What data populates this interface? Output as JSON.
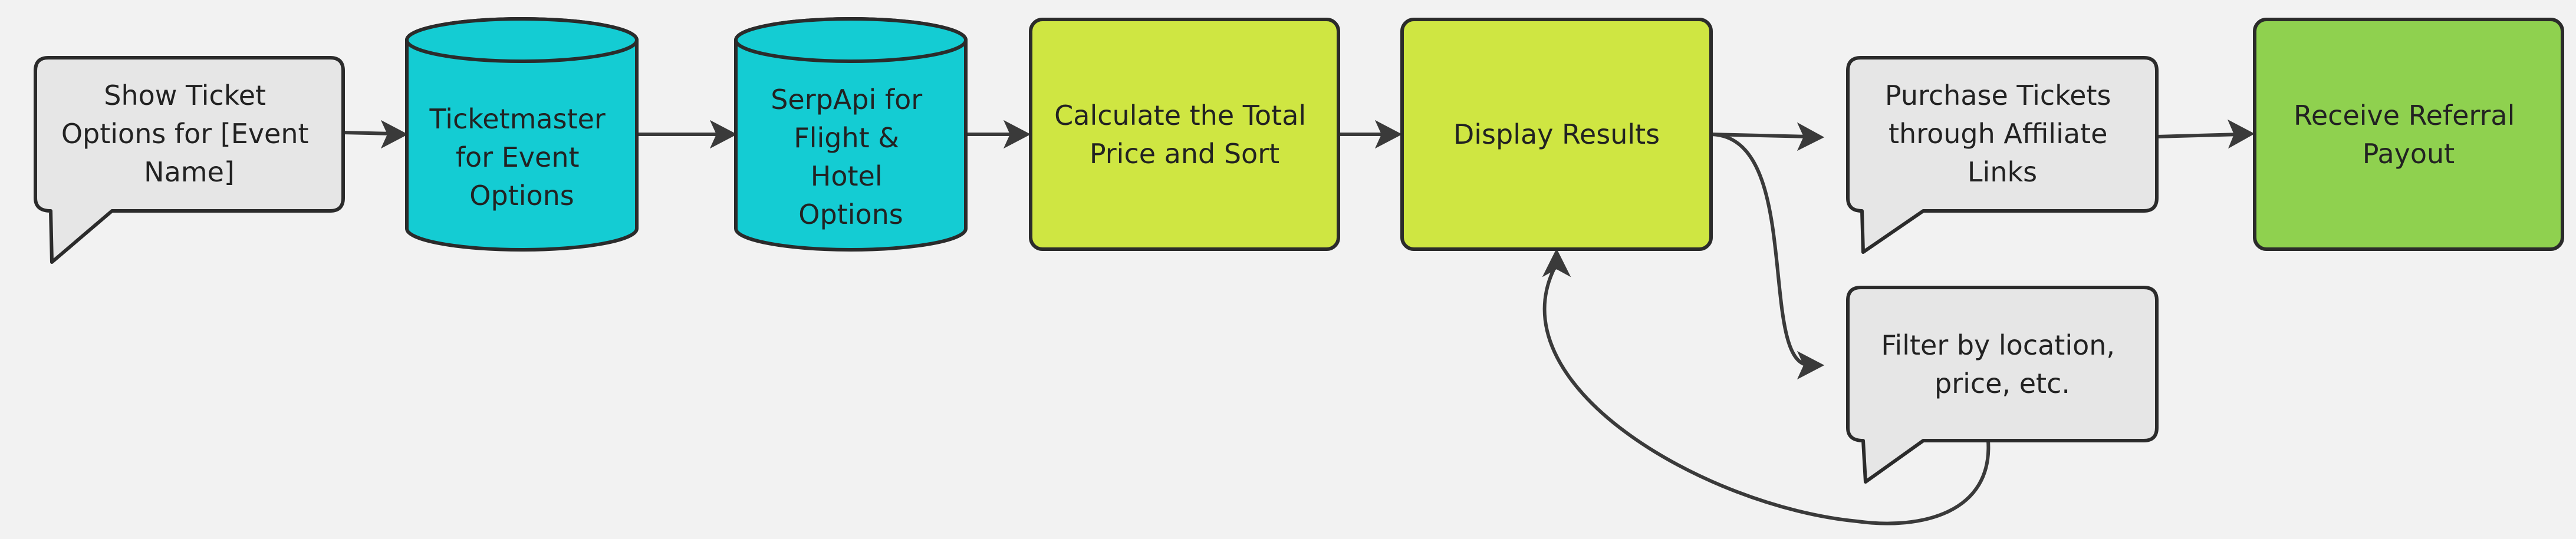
{
  "colors": {
    "background": "#f2f2f2",
    "callout_fill": "#e6e6e6",
    "database_fill": "#14ccd3",
    "process_fill": "#cfe642",
    "final_fill": "#8fd14f",
    "stroke": "#2b2b2b"
  },
  "nodes": {
    "show_ticket_options": {
      "shape": "speech-bubble",
      "lines": [
        "Show Ticket",
        "Options for [Event",
        "Name]"
      ]
    },
    "ticketmaster": {
      "shape": "database",
      "lines": [
        "Ticketmaster",
        "for Event",
        "Options"
      ]
    },
    "serpapi": {
      "shape": "database",
      "lines": [
        "SerpApi for",
        "Flight &",
        "Hotel",
        "Options"
      ]
    },
    "calculate_total": {
      "shape": "rounded-rectangle",
      "lines": [
        "Calculate the Total",
        "Price and Sort"
      ]
    },
    "display_results": {
      "shape": "rounded-rectangle",
      "lines": [
        "Display Results"
      ]
    },
    "purchase_tickets": {
      "shape": "speech-bubble",
      "lines": [
        "Purchase Tickets",
        "through Affiliate",
        "Links"
      ]
    },
    "receive_payout": {
      "shape": "rounded-rectangle",
      "lines": [
        "Receive Referral",
        "Payout"
      ]
    },
    "filter_results": {
      "shape": "speech-bubble",
      "lines": [
        "Filter by location,",
        "price, etc."
      ]
    }
  },
  "edges": [
    {
      "from": "show_ticket_options",
      "to": "ticketmaster"
    },
    {
      "from": "ticketmaster",
      "to": "serpapi"
    },
    {
      "from": "serpapi",
      "to": "calculate_total"
    },
    {
      "from": "calculate_total",
      "to": "display_results"
    },
    {
      "from": "display_results",
      "to": "purchase_tickets"
    },
    {
      "from": "purchase_tickets",
      "to": "receive_payout"
    },
    {
      "from": "display_results",
      "to": "filter_results"
    },
    {
      "from": "filter_results",
      "to": "display_results"
    }
  ]
}
